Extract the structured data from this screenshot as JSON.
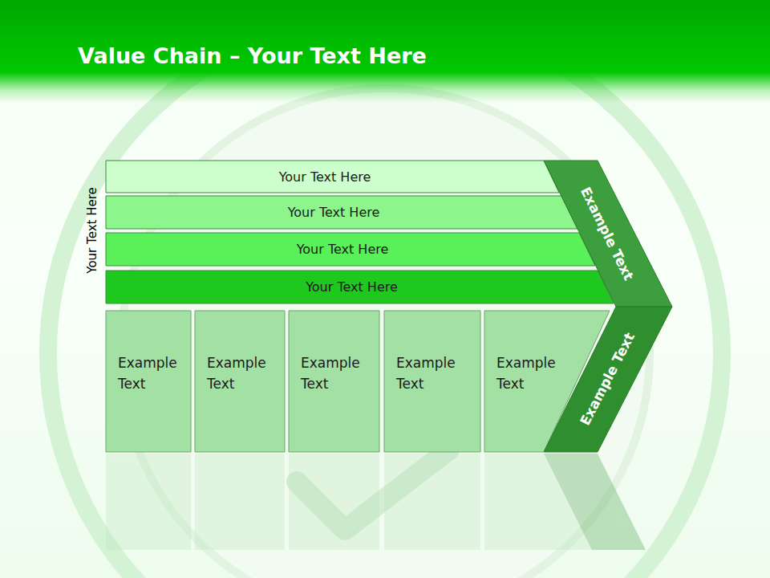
{
  "diagram": {
    "title": "Value Chain – Your Text Here",
    "nodes": [
      {
        "text": [
          "Your Text Here"
        ]
      },
      {
        "text": [
          "Your Text Here"
        ]
      },
      {
        "text": [
          "Your Text Here"
        ]
      },
      {
        "text": [
          "Your Text Here"
        ]
      },
      {
        "text": [
          "Example Text"
        ]
      },
      {
        "text": [
          "Example Text"
        ]
      },
      {
        "text": [
          "Example Text"
        ]
      },
      {
        "text": [
          "Example Text"
        ]
      },
      {
        "text": [
          "Example Text"
        ]
      },
      {
        "text": [
          "Example Text"
        ]
      },
      {
        "text": [
          "Example Text"
        ]
      }
    ],
    "edges": [],
    "labels": [
      "Your Text Here"
    ]
  }
}
